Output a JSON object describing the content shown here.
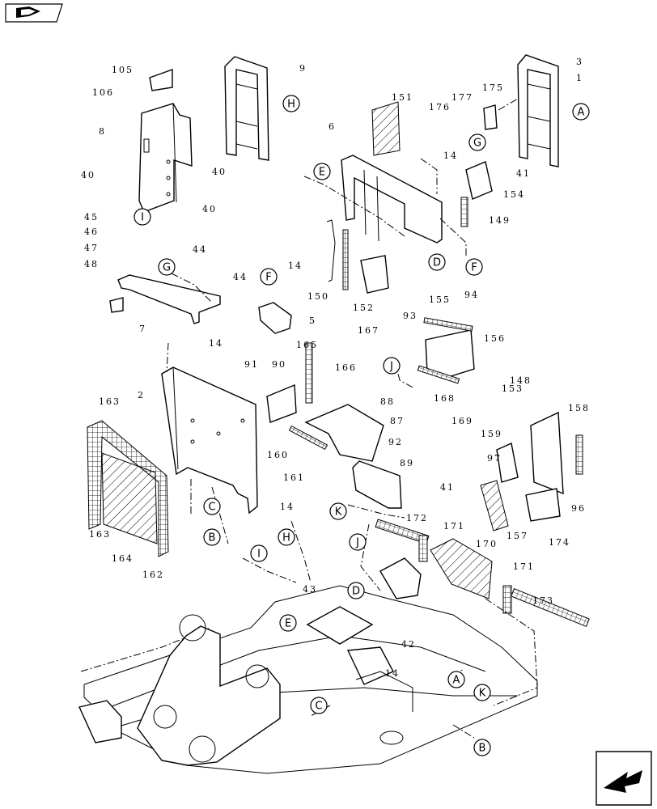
{
  "nav": {
    "top_left_icon": "book-nav-icon",
    "bottom_right_icon": "next-page-arrow-icon"
  },
  "part_numbers": [
    "105",
    "106",
    "8",
    "40",
    "40",
    "9",
    "40",
    "45",
    "46",
    "47",
    "48",
    "44",
    "44",
    "7",
    "14",
    "14",
    "5",
    "3",
    "1",
    "41",
    "175",
    "177",
    "176",
    "151",
    "6",
    "14",
    "154",
    "149",
    "150",
    "152",
    "2",
    "91",
    "90",
    "165",
    "166",
    "88",
    "87",
    "92",
    "160",
    "161",
    "89",
    "41",
    "14",
    "163",
    "163",
    "164",
    "162",
    "167",
    "93",
    "155",
    "94",
    "156",
    "168",
    "169",
    "153",
    "148",
    "158",
    "159",
    "97",
    "96",
    "157",
    "174",
    "172",
    "171",
    "170",
    "171",
    "173",
    "43",
    "42",
    "14"
  ],
  "callouts": [
    "A",
    "A",
    "B",
    "B",
    "C",
    "C",
    "D",
    "D",
    "E",
    "E",
    "F",
    "F",
    "G",
    "G",
    "H",
    "H",
    "I",
    "I",
    "J",
    "J",
    "K",
    "K"
  ]
}
